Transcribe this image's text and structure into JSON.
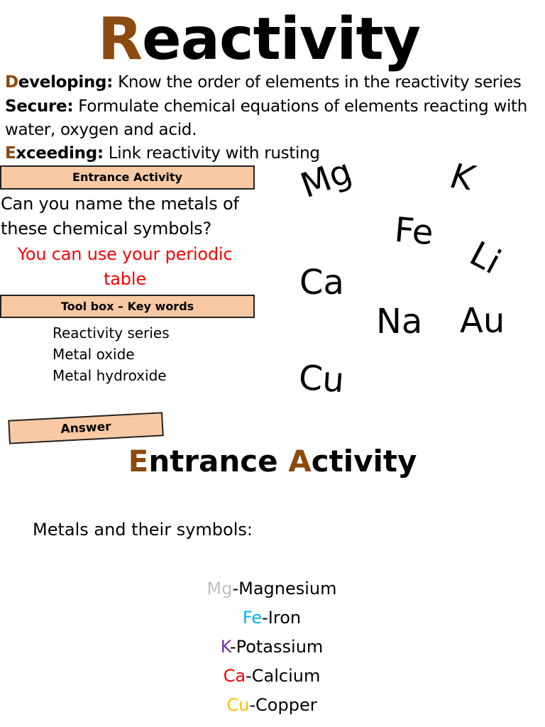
{
  "title": {
    "first": "R",
    "rest": "eactivity"
  },
  "objectives": [
    {
      "initial": "D",
      "label": "eveloping:",
      "text": " Know the order of elements in the reactivity series"
    },
    {
      "initial": "",
      "label": "Secure:",
      "text": " Formulate chemical equations of elements reacting with"
    },
    {
      "initial": "",
      "label": "",
      "text": "water, oxygen and acid."
    },
    {
      "initial": "E",
      "label": "xceeding:",
      "text": " Link reactivity with rusting"
    }
  ],
  "entrance_box": "Entrance Activity",
  "question": [
    "Can you name the metals of",
    "these chemical symbols?"
  ],
  "hint": [
    "You can use your periodic",
    "table"
  ],
  "toolbox_box": "Tool box – Key words",
  "keywords": [
    "Reactivity series",
    "Metal oxide",
    "Metal hydroxide"
  ],
  "symbols": [
    "Mg",
    "K",
    "Fe",
    "Li",
    "Ca",
    "Na",
    "Au",
    "Cu"
  ],
  "answer_box": "Answer",
  "answer_title": {
    "e": "E",
    "ntrance": "ntrance ",
    "a": "A",
    "ctivity": "ctivity"
  },
  "metals_heading": "Metals and their symbols:",
  "metals": [
    {
      "symbol": "Mg",
      "name": "-Magnesium",
      "color": "#BFBFBF"
    },
    {
      "symbol": "Fe",
      "name": "-Iron",
      "color": "#00B0F0"
    },
    {
      "symbol": "K",
      "name": "-Potassium",
      "color": "#7030A0"
    },
    {
      "symbol": "Ca",
      "name": "-Calcium",
      "color": "#FF0000"
    },
    {
      "symbol": "Cu",
      "name": "-Copper",
      "color": "#FFC000"
    }
  ],
  "colors": {
    "accent_brown": "#8B4A10",
    "box_fill": "#F9C9A3",
    "hint_red": "#FF0000"
  }
}
